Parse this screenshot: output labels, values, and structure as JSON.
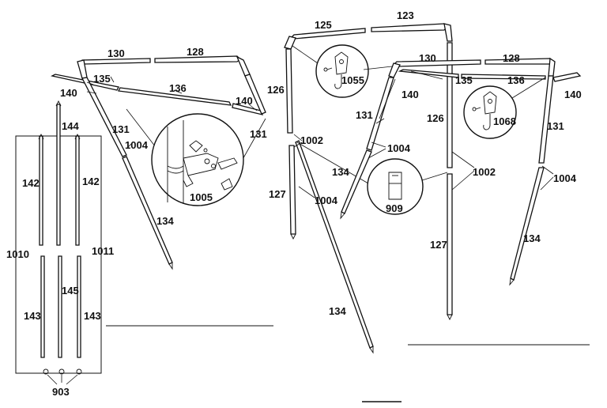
{
  "labels": {
    "p123": "123",
    "p125": "125",
    "p130a": "130",
    "p128a": "128",
    "p135a": "135",
    "p136a": "136",
    "p140a": "140",
    "p140b": "140",
    "p131a": "131",
    "p131b": "131",
    "p1004a": "1004",
    "p1005": "1005",
    "p134a": "134",
    "p126a": "126",
    "p1055": "1055",
    "p1002a": "1002",
    "p127a": "127",
    "p1004b": "1004",
    "p134b": "134",
    "p130b": "130",
    "p128b": "128",
    "p135b": "135",
    "p136b": "136",
    "p140c": "140",
    "p140d": "140",
    "p131c": "131",
    "p1004c": "1004",
    "p134c": "134",
    "p909": "909",
    "p126b": "126",
    "p1068": "1068",
    "p1002b": "1002",
    "p127b": "127",
    "p131d": "131",
    "p1004d": "1004",
    "p134d": "134",
    "p142a": "142",
    "p144": "144",
    "p142b": "142",
    "p1010": "1010",
    "p1011": "1011",
    "p143a": "143",
    "p145": "145",
    "p143b": "143",
    "p903": "903"
  }
}
